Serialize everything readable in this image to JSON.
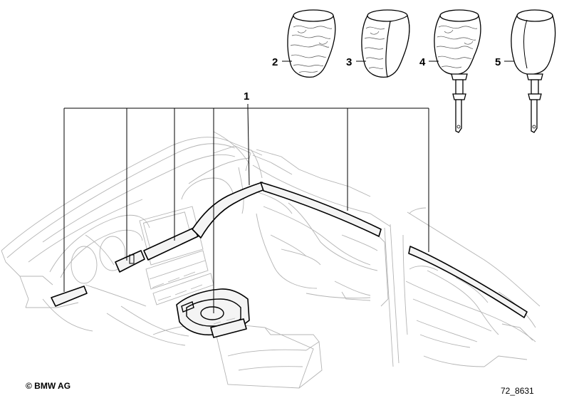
{
  "callouts": {
    "trim_set": "1",
    "knob_2": "2",
    "knob_3": "3",
    "knob_4": "4",
    "knob_5": "5"
  },
  "footer": {
    "copyright": "© BMW AG",
    "reference": "72_8631"
  }
}
